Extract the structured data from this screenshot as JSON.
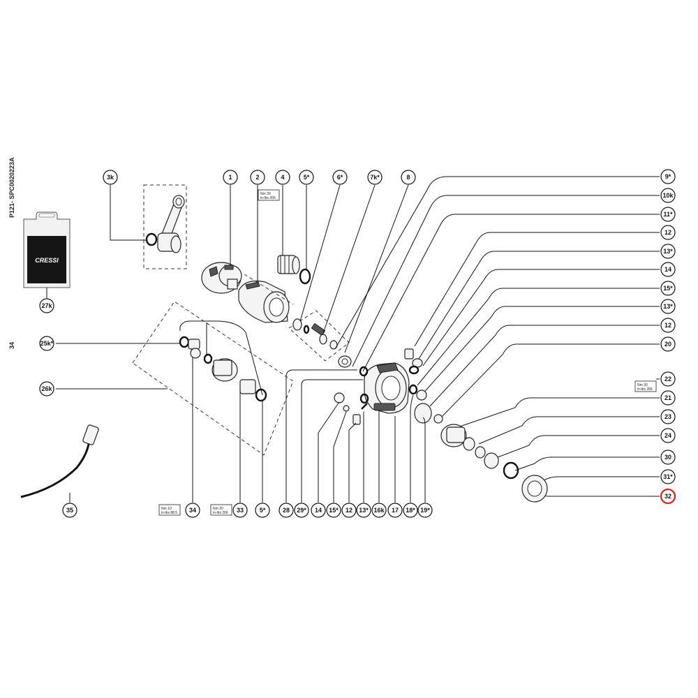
{
  "document": {
    "code": "P121- SPC0020223A",
    "page_number": "34"
  },
  "brand": {
    "logo_text": "CRESSI"
  },
  "highlight_color": "#e0201c",
  "callouts": [
    {
      "id": "3k",
      "label": "3k"
    },
    {
      "id": "1",
      "label": "1"
    },
    {
      "id": "2",
      "label": "2"
    },
    {
      "id": "4",
      "label": "4"
    },
    {
      "id": "5a",
      "label": "5*"
    },
    {
      "id": "6",
      "label": "6*"
    },
    {
      "id": "7k",
      "label": "7k*"
    },
    {
      "id": "8",
      "label": "8"
    },
    {
      "id": "9",
      "label": "9*"
    },
    {
      "id": "10k",
      "label": "10k"
    },
    {
      "id": "11",
      "label": "11*"
    },
    {
      "id": "12a",
      "label": "12"
    },
    {
      "id": "13a",
      "label": "13*"
    },
    {
      "id": "14a",
      "label": "14"
    },
    {
      "id": "15a",
      "label": "15*"
    },
    {
      "id": "13b",
      "label": "13*"
    },
    {
      "id": "12b",
      "label": "12"
    },
    {
      "id": "20",
      "label": "20"
    },
    {
      "id": "22",
      "label": "22"
    },
    {
      "id": "21",
      "label": "21"
    },
    {
      "id": "23",
      "label": "23"
    },
    {
      "id": "24",
      "label": "24"
    },
    {
      "id": "30",
      "label": "30"
    },
    {
      "id": "31",
      "label": "31*"
    },
    {
      "id": "32",
      "label": "32",
      "highlighted": true
    },
    {
      "id": "27k",
      "label": "27k"
    },
    {
      "id": "25k",
      "label": "25k*"
    },
    {
      "id": "26k",
      "label": "26k"
    },
    {
      "id": "35",
      "label": "35"
    },
    {
      "id": "34",
      "label": "34"
    },
    {
      "id": "33",
      "label": "33"
    },
    {
      "id": "5b",
      "label": "5*"
    },
    {
      "id": "28",
      "label": "28"
    },
    {
      "id": "29",
      "label": "29*"
    },
    {
      "id": "14b",
      "label": "14"
    },
    {
      "id": "15b",
      "label": "15*"
    },
    {
      "id": "12c",
      "label": "12"
    },
    {
      "id": "13c",
      "label": "13*"
    },
    {
      "id": "16k",
      "label": "16k"
    },
    {
      "id": "17",
      "label": "17"
    },
    {
      "id": "18",
      "label": "18*"
    },
    {
      "id": "19",
      "label": "19*"
    }
  ],
  "torque_boxes": [
    {
      "id": "t2",
      "line1": "Nm  30",
      "line2": "in-lbs 266"
    },
    {
      "id": "t22",
      "line1": "Nm  30",
      "line2": "in-lbs 266"
    },
    {
      "id": "t34",
      "line1": "Nm  10",
      "line2": "in-lbs 88.5"
    },
    {
      "id": "t33",
      "line1": "Nm  30",
      "line2": "in-lbs 266"
    }
  ]
}
